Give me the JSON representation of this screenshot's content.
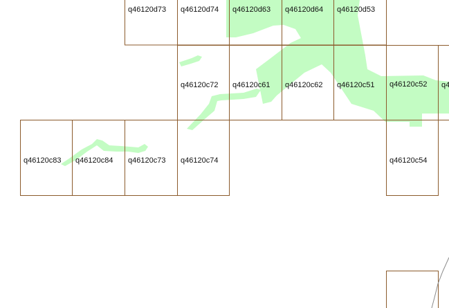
{
  "map": {
    "colors": {
      "background": "#ffffff",
      "tile_border": "#8b5a2b",
      "feature_fill": "#c3fcc3",
      "label_text": "#111111",
      "line_feature": "#8b8b8b"
    },
    "tiles": [
      {
        "id": "q46120d73",
        "label": "q46120d73"
      },
      {
        "id": "q46120d74",
        "label": "q46120d74"
      },
      {
        "id": "q46120d63",
        "label": "q46120d63"
      },
      {
        "id": "q46120d64",
        "label": "q46120d64"
      },
      {
        "id": "q46120d53",
        "label": "q46120d53"
      },
      {
        "id": "q46120c72",
        "label": "q46120c72"
      },
      {
        "id": "q46120c61",
        "label": "q46120c61"
      },
      {
        "id": "q46120c62",
        "label": "q46120c62"
      },
      {
        "id": "q46120c51",
        "label": "q46120c51"
      },
      {
        "id": "q46120c52",
        "label": "q46120c52"
      },
      {
        "id": "q46120c4x",
        "label": "q4"
      },
      {
        "id": "q46120c83",
        "label": "q46120c83"
      },
      {
        "id": "q46120c84",
        "label": "q46120c84"
      },
      {
        "id": "q46120c73",
        "label": "q46120c73"
      },
      {
        "id": "q46120c74",
        "label": "q46120c74"
      },
      {
        "id": "q46120c54",
        "label": "q46120c54"
      },
      {
        "id": "partial-bottom-right",
        "label": ""
      }
    ]
  }
}
